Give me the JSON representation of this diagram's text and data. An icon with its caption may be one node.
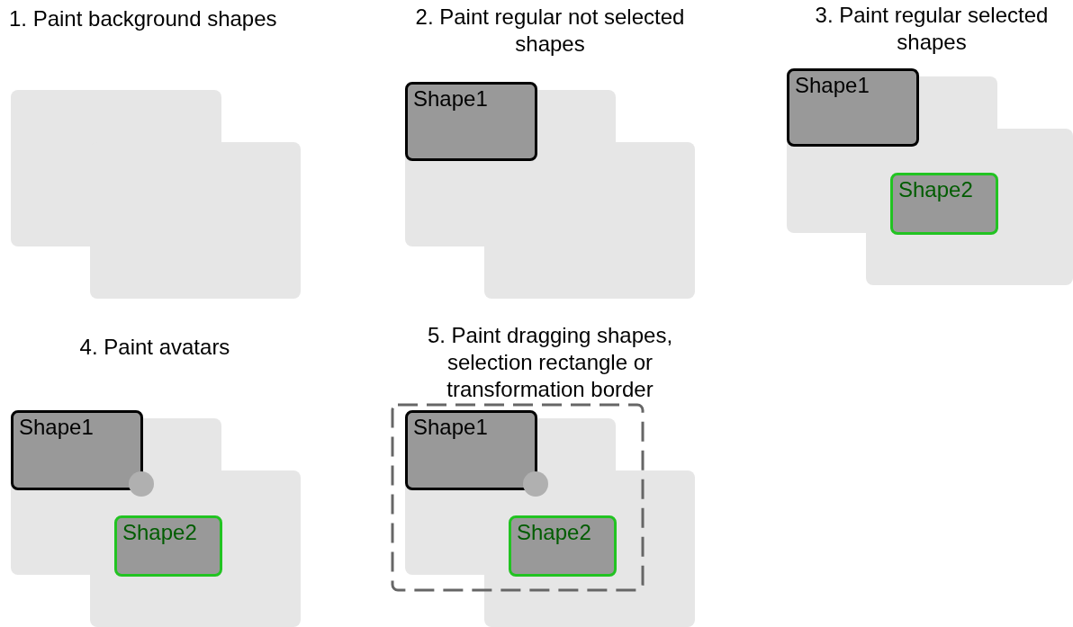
{
  "diagram": {
    "nodes": [
      {
        "text": [
          "Shape1"
        ]
      },
      {
        "text": [
          "Shape1"
        ]
      },
      {
        "text": [
          "Shape2"
        ]
      },
      {
        "text": [
          "Shape1"
        ]
      },
      {
        "text": [
          "Shape2"
        ]
      },
      {
        "text": [
          "Shape1"
        ]
      },
      {
        "text": [
          "Shape2"
        ]
      }
    ],
    "edges": [],
    "labels": [
      "1. Paint background shapes",
      "2. Paint regular not selected shapes",
      "3. Paint regular selected shapes",
      "4. Paint avatars",
      "5. Paint dragging shapes, selection rectangle or transformation border"
    ]
  }
}
